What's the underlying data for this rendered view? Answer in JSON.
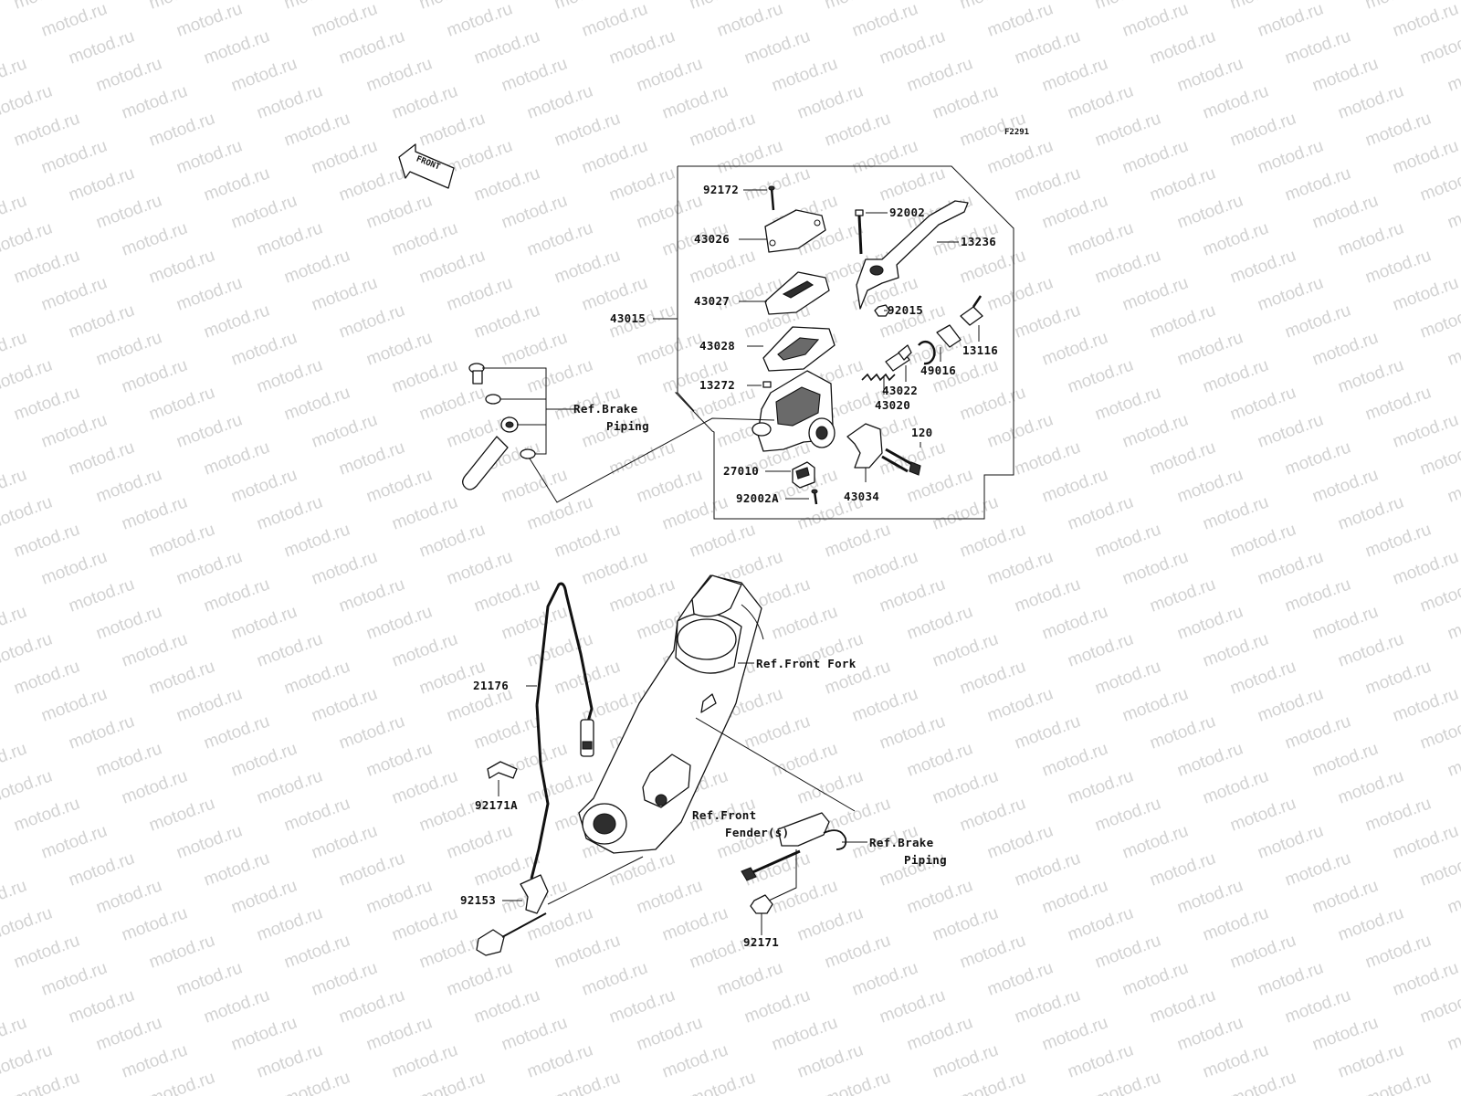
{
  "diagram": {
    "figure_code": "F2291",
    "watermark": "motod.ru",
    "front_arrow": "FRONT",
    "parts": [
      {
        "id": "p-92172",
        "label": "92172"
      },
      {
        "id": "p-43026",
        "label": "43026"
      },
      {
        "id": "p-43027",
        "label": "43027"
      },
      {
        "id": "p-43015",
        "label": "43015"
      },
      {
        "id": "p-43028",
        "label": "43028"
      },
      {
        "id": "p-13272",
        "label": "13272"
      },
      {
        "id": "p-27010",
        "label": "27010"
      },
      {
        "id": "p-92002A",
        "label": "92002A"
      },
      {
        "id": "p-92002",
        "label": "92002"
      },
      {
        "id": "p-13236",
        "label": "13236"
      },
      {
        "id": "p-92015",
        "label": "92015"
      },
      {
        "id": "p-13116",
        "label": "13116"
      },
      {
        "id": "p-49016",
        "label": "49016"
      },
      {
        "id": "p-43022",
        "label": "43022"
      },
      {
        "id": "p-43020",
        "label": "43020"
      },
      {
        "id": "p-120",
        "label": "120"
      },
      {
        "id": "p-43034",
        "label": "43034"
      },
      {
        "id": "p-21176",
        "label": "21176"
      },
      {
        "id": "p-92171A",
        "label": "92171A"
      },
      {
        "id": "p-92153",
        "label": "92153"
      },
      {
        "id": "p-92171",
        "label": "92171"
      }
    ],
    "references": {
      "brake_piping_1_line1": "Ref.Brake",
      "brake_piping_1_line2": "Piping",
      "front_fork": "Ref.Front Fork",
      "front_fender_line1": "Ref.Front",
      "front_fender_line2": "Fender(s)",
      "brake_piping_2_line1": "Ref.Brake",
      "brake_piping_2_line2": "Piping"
    }
  }
}
